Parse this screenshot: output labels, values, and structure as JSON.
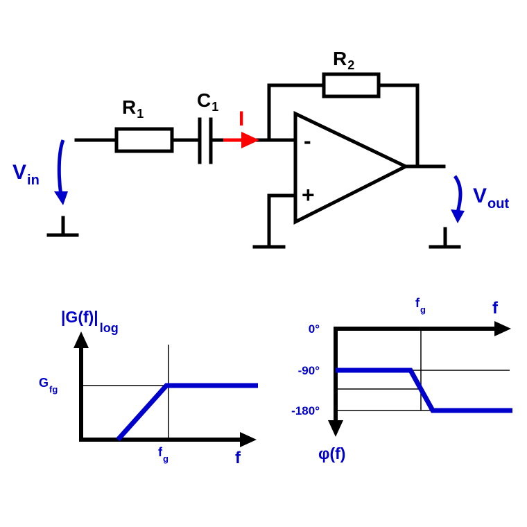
{
  "colors": {
    "wire": "#000000",
    "signal": "#0000cc",
    "current": "#ff0000",
    "background": "#ffffff"
  },
  "circuit": {
    "r1": {
      "main": "R",
      "sub": "1"
    },
    "c1": {
      "main": "C",
      "sub": "1"
    },
    "r2": {
      "main": "R",
      "sub": "2"
    },
    "current": "I",
    "vin": {
      "main": "V",
      "sub": "in"
    },
    "vout": {
      "main": "V",
      "sub": "out"
    },
    "opamp_minus": "-",
    "opamp_plus": "+"
  },
  "magnitude_plot": {
    "ylabel_main": "|G(f)|",
    "ylabel_sub": "log",
    "xlabel": "f",
    "level_main": "G",
    "level_sub": "fg",
    "corner_main": "f",
    "corner_sub": "g"
  },
  "phase_plot": {
    "ylabel": "φ(f)",
    "xlabel": "f",
    "corner_main": "f",
    "corner_sub": "g",
    "ticks": [
      "0°",
      "-90°",
      "-180°"
    ]
  }
}
